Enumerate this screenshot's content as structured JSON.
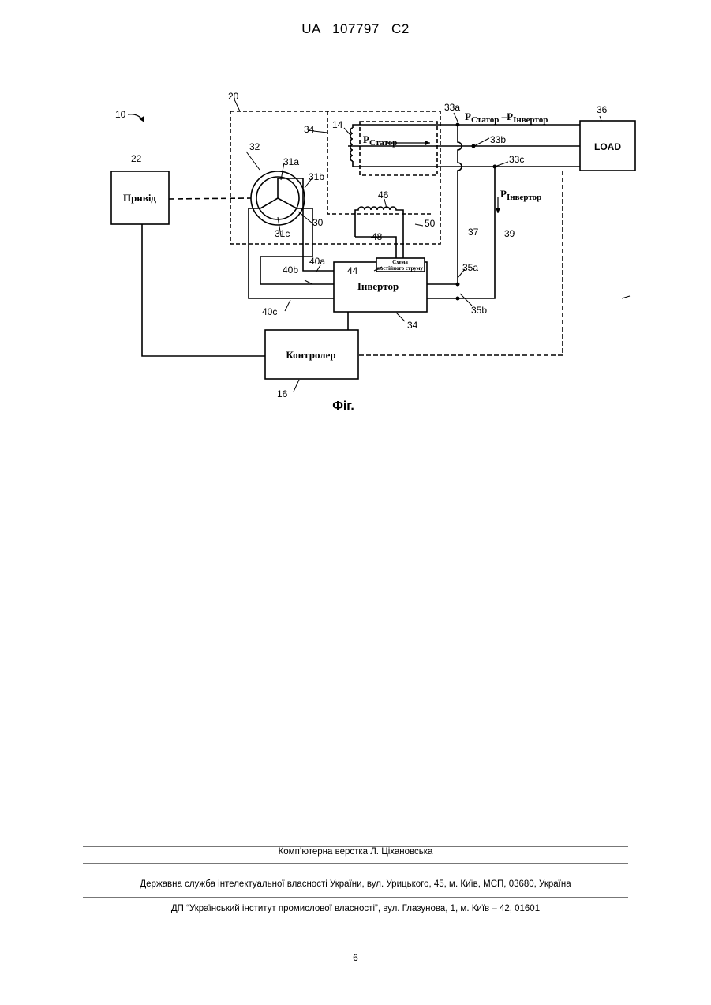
{
  "header": {
    "patent_number": "UA   107797   C2"
  },
  "figure": {
    "caption": "Фіг.",
    "blocks": {
      "drive": "Привід",
      "inverter": "Інвертор",
      "controller": "Контролер",
      "load": "LOAD",
      "dc_circuit_line1": "Схема",
      "dc_circuit_line2": "постійного струму"
    },
    "power_labels": {
      "stator_minus_inverter_p1": "P",
      "stator_minus_inverter_s1": "Статор",
      "stator_minus_inverter_mid": " –P",
      "stator_minus_inverter_s2": "Інвертор",
      "stator_p": "P",
      "stator_s": "Статор",
      "inverter_p": "P",
      "inverter_s": "Інвертор"
    },
    "refs": {
      "r10": "10",
      "r20": "20",
      "r22": "22",
      "r32": "32",
      "r34_top": "34",
      "r14": "14",
      "r31a": "31a",
      "r31b": "31b",
      "r31c": "31c",
      "r30": "30",
      "r46": "46",
      "r48": "48",
      "r50": "50",
      "r44": "44",
      "r40a": "40a",
      "r40b": "40b",
      "r40c": "40c",
      "r33a": "33a",
      "r33b": "33b",
      "r33c": "33c",
      "r36": "36",
      "r37": "37",
      "r39": "39",
      "r35a": "35a",
      "r35b": "35b",
      "r34_bottom": "34",
      "r16": "16"
    }
  },
  "footer": {
    "typesetting": "Комп’ютерна верстка Л. Ціхановська",
    "agency": "Державна служба інтелектуальної власності України, вул. Урицького, 45, м. Київ, МСП, 03680, Україна",
    "institute": "ДП “Український інститут промислової власності”, вул. Глазунова, 1, м. Київ – 42, 01601"
  },
  "page_number": "6"
}
